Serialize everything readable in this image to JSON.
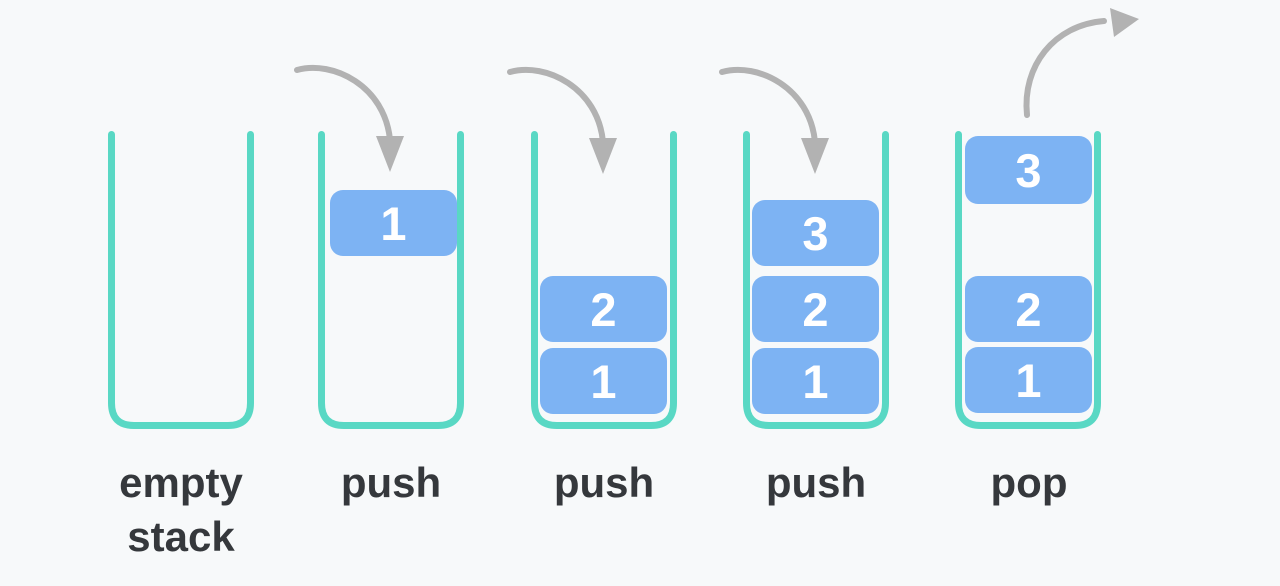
{
  "colors": {
    "background": "#f7f9fa",
    "container_stroke": "#59d8c4",
    "box_fill": "#7db3f3",
    "box_text": "#ffffff",
    "arrow": "#b2b2b2",
    "label_text": "#35383c"
  },
  "stages": [
    {
      "label": "empty stack",
      "operation": "none",
      "boxes": []
    },
    {
      "label": "push",
      "operation": "push",
      "boxes": [
        {
          "value": "1"
        }
      ]
    },
    {
      "label": "push",
      "operation": "push",
      "boxes": [
        {
          "value": "2"
        },
        {
          "value": "1"
        }
      ]
    },
    {
      "label": "push",
      "operation": "push",
      "boxes": [
        {
          "value": "3"
        },
        {
          "value": "2"
        },
        {
          "value": "1"
        }
      ]
    },
    {
      "label": "pop",
      "operation": "pop",
      "boxes": [
        {
          "value": "3"
        },
        {
          "value": "2"
        },
        {
          "value": "1"
        }
      ]
    }
  ]
}
